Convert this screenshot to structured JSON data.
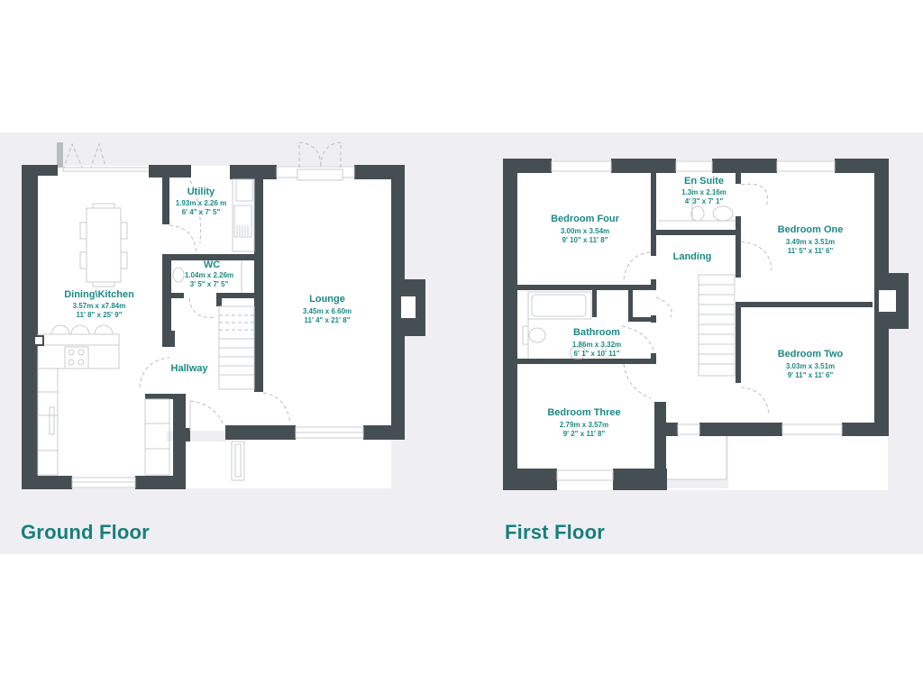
{
  "colors": {
    "background": "#ffffff",
    "band": "#efeff3",
    "wall": "#454f53",
    "label_teal": "#1b8a86",
    "title_teal": "#177f7b",
    "fixture_line": "#c9cdd0"
  },
  "floors": {
    "ground": {
      "title": "Ground Floor",
      "rooms": {
        "dining_kitchen": {
          "name": "Dining\\Kitchen",
          "metric": "3.57m x x7.84m",
          "imperial": "11' 8\" x 25' 9\""
        },
        "utility": {
          "name": "Utility",
          "metric": "1.93m x 2.26 m",
          "imperial": "6' 4\" x 7' 5\""
        },
        "wc": {
          "name": "WC",
          "metric": "1.04m x 2.26m",
          "imperial": "3' 5\" x 7' 5\""
        },
        "lounge": {
          "name": "Lounge",
          "metric": "3.45m x 6.60m",
          "imperial": "11' 4\" x 21' 8\""
        },
        "hallway": {
          "name": "Hallway"
        }
      }
    },
    "first": {
      "title": "First Floor",
      "rooms": {
        "bedroom_four": {
          "name": "Bedroom Four",
          "metric": "3.00m x 3.54m",
          "imperial": "9' 10\" x 11' 8\""
        },
        "en_suite": {
          "name": "En Suite",
          "metric": "1.3m x 2.16m",
          "imperial": "4' 3\" x 7' 1\""
        },
        "bedroom_one": {
          "name": "Bedroom One",
          "metric": "3.49m x 3.51m",
          "imperial": "11' 5\" x 11' 6\""
        },
        "landing": {
          "name": "Landing"
        },
        "bathroom": {
          "name": "Bathroom",
          "metric": "1.86m x 3.32m",
          "imperial": "6' 1\" x 10' 11\""
        },
        "bedroom_two": {
          "name": "Bedroom Two",
          "metric": "3.03m x 3.51m",
          "imperial": "9' 11\" x 11' 6\""
        },
        "bedroom_three": {
          "name": "Bedroom Three",
          "metric": "2.79m x 3.57m",
          "imperial": "9' 2\" x 11' 8\""
        }
      }
    }
  }
}
